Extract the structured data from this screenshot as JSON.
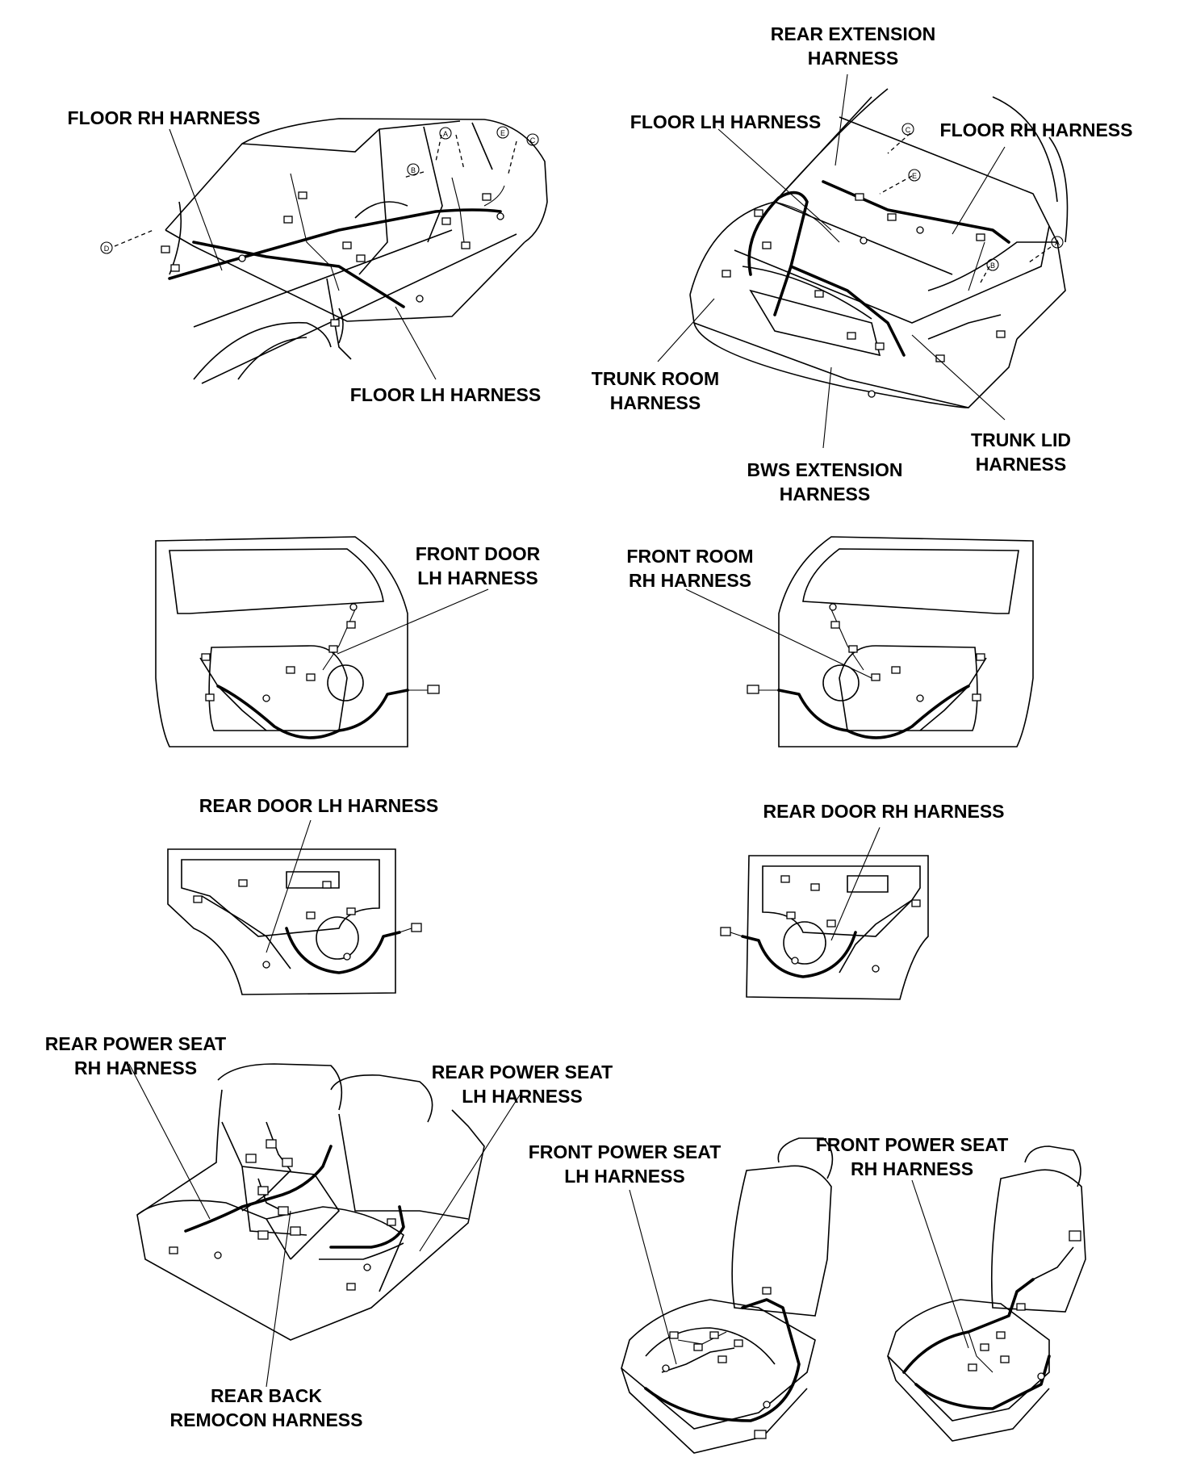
{
  "labels": {
    "floor_rh_harness_left": "FLOOR RH HARNESS",
    "floor_lh_harness_left": "FLOOR LH HARNESS",
    "rear_extension_harness": [
      "REAR EXTENSION",
      "HARNESS"
    ],
    "floor_lh_harness_right": "FLOOR LH HARNESS",
    "floor_rh_harness_right": "FLOOR RH HARNESS",
    "trunk_room_harness": [
      "TRUNK ROOM",
      "HARNESS"
    ],
    "bws_extension_harness": [
      "BWS EXTENSION",
      "HARNESS"
    ],
    "trunk_lid_harness": [
      "TRUNK LID",
      "HARNESS"
    ],
    "front_door_lh_harness": [
      "FRONT DOOR",
      "LH HARNESS"
    ],
    "front_room_rh_harness": [
      "FRONT ROOM",
      "RH HARNESS"
    ],
    "rear_door_lh_harness": "REAR DOOR LH HARNESS",
    "rear_door_rh_harness": "REAR DOOR RH HARNESS",
    "rear_power_seat_rh_harness": [
      "REAR POWER SEAT",
      "RH HARNESS"
    ],
    "rear_power_seat_lh_harness": [
      "REAR POWER SEAT",
      "LH HARNESS"
    ],
    "front_power_seat_lh_harness": [
      "FRONT POWER SEAT",
      "LH HARNESS"
    ],
    "front_power_seat_rh_harness": [
      "FRONT POWER SEAT",
      "RH HARNESS"
    ],
    "rear_back_remocon_harness": [
      "REAR BACK",
      "REMOCON HARNESS"
    ]
  },
  "markers": {
    "a": "A",
    "b": "B",
    "c": "C",
    "d": "D",
    "e": "E"
  }
}
